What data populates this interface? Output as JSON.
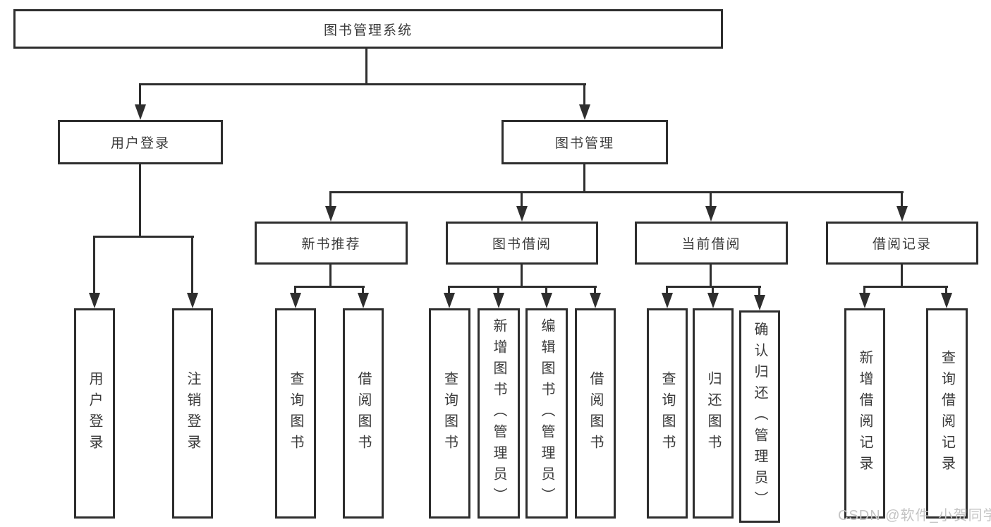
{
  "nodes": {
    "root": "图书管理系统",
    "user_login": "用户登录",
    "book_mgmt": "图书管理",
    "new_rec": "新书推荐",
    "borrowing": "图书借阅",
    "current": "当前借阅",
    "records": "借阅记录",
    "leaf_user_login": "用户登录",
    "leaf_logout": "注销登录",
    "leaf_rec_query": "查询图书",
    "leaf_rec_borrow": "借阅图书",
    "leaf_bor_query": "查询图书",
    "leaf_bor_add": "新增图书（管理员）",
    "leaf_bor_edit": "编辑图书（管理员）",
    "leaf_bor_borrow": "借阅图书",
    "leaf_cur_query": "查询图书",
    "leaf_cur_return": "归还图书",
    "leaf_cur_confirm": "确认归还（管理员）",
    "leaf_record_add": "新增借阅记录",
    "leaf_record_query": "查询借阅记录"
  },
  "watermark": "CSDN @软件_小贺同学",
  "colors": {
    "line": "#2e2e2e",
    "text": "#3a3a3a",
    "background": "#ffffff",
    "watermark": "#c4c4c4"
  }
}
